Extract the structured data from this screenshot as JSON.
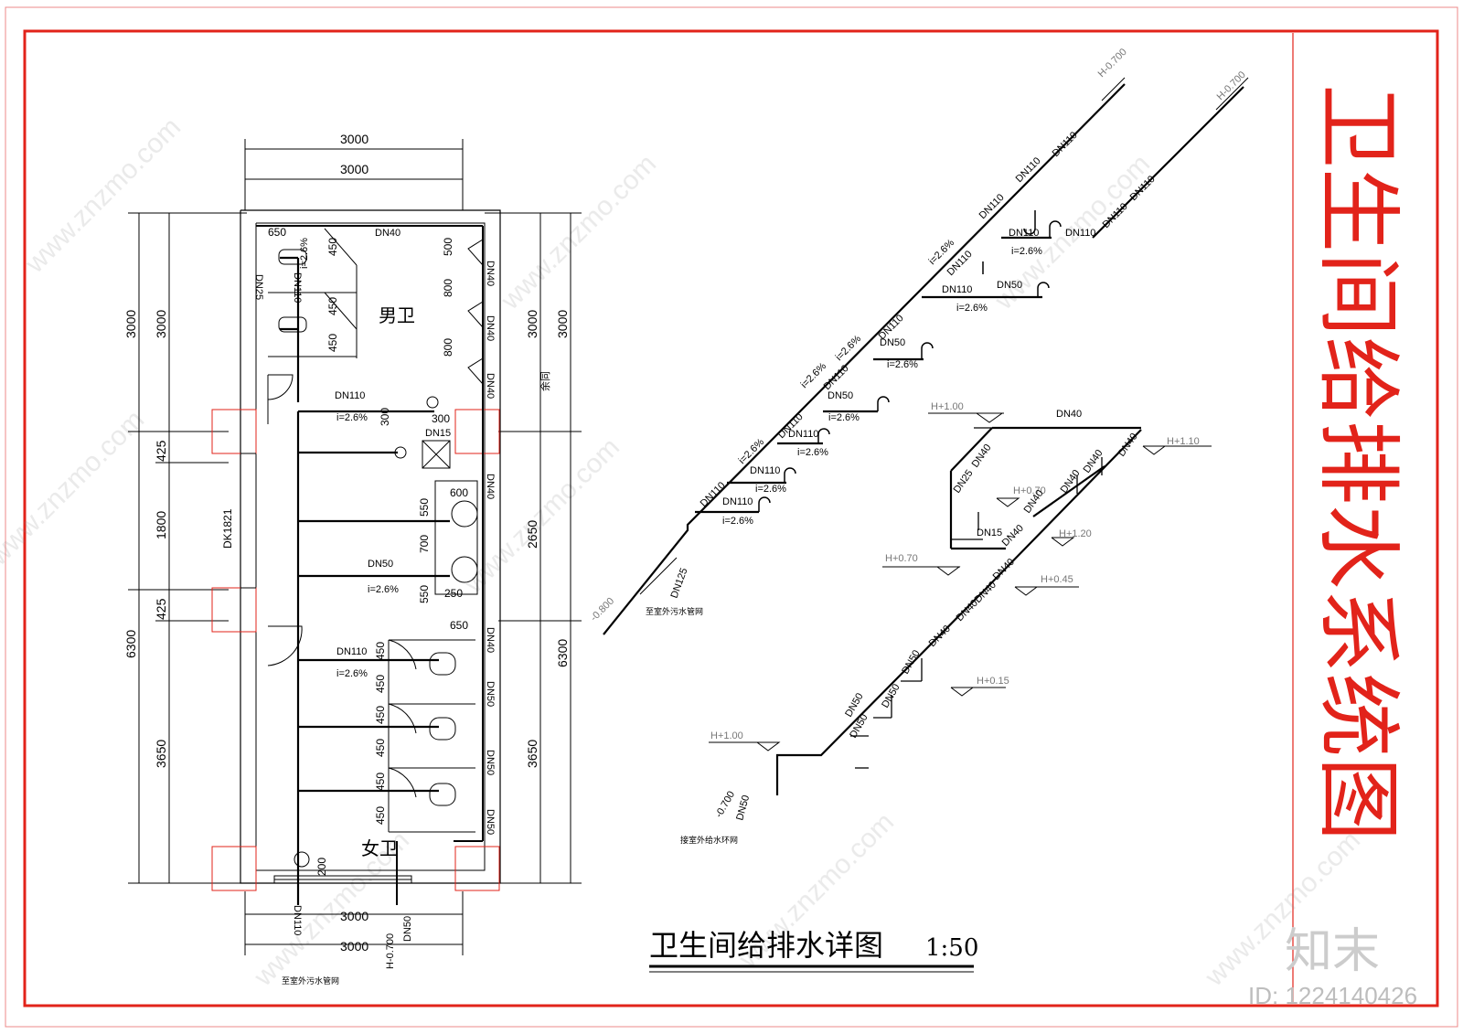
{
  "side_title": "卫生间给排水系统图",
  "main_caption": "卫生间给排水详图",
  "scale": "1:50",
  "watermark_logo": "知末",
  "watermark_id": "ID: 1224140426",
  "watermark_site": "www.znzmo.com",
  "plan": {
    "men_room": "男卫",
    "women_room": "女卫",
    "dim_top_1": "3000",
    "dim_top_2": "3000",
    "dim_bottom_1": "3000",
    "dim_bottom_2": "3000",
    "dims_left_outer": [
      "3000",
      "1800",
      "6300"
    ],
    "dims_left_inner": [
      "3000",
      "425",
      "425",
      "3650"
    ],
    "dims_right_inner": [
      "3000",
      "2650",
      "3650"
    ],
    "dims_right_outer": [
      "3000",
      "6300"
    ],
    "side_label": "DK1821",
    "right_note": "余同",
    "pipe_labels": {
      "dn40_top": "DN40",
      "dn25": "DN25",
      "dn110_a": "DN110",
      "slope_a": "i=2.6%",
      "dn110_main": "DN110",
      "slope_main": "i=2.6%",
      "dn15": "DN15",
      "dn50": "DN50",
      "slope_dn50": "i=2.6%",
      "dn110_w": "DN110",
      "slope_w": "i=2.6%",
      "dn40_r1": "DN40",
      "dn40_r2": "DN40",
      "dn40_r3": "DN40",
      "dn40_r4": "DN40",
      "dn40_r5": "DN40",
      "dn50_r1": "DN50",
      "dn50_r2": "DN50",
      "dn50_r3": "DN50",
      "dn110_out": "DN110",
      "dn50_out": "DN50",
      "elev_out": "H-0.700",
      "outlet_note": "至室外污水管网"
    },
    "small_dims": [
      "650",
      "450",
      "450",
      "450",
      "500",
      "800",
      "800",
      "300",
      "300",
      "600",
      "550",
      "700",
      "550",
      "250",
      "650",
      "450",
      "450",
      "450",
      "450",
      "450",
      "450",
      "200"
    ]
  },
  "drain_system": {
    "pipe_labels": [
      "DN110",
      "DN110",
      "DN110",
      "DN110",
      "DN110",
      "DN110",
      "DN110",
      "DN110",
      "DN110",
      "DN110",
      "DN110",
      "DN110",
      "DN50",
      "DN50",
      "DN50",
      "DN125",
      "DN110",
      "DN110",
      "DN110",
      "DN110"
    ],
    "slopes": [
      "i=2.6%",
      "i=2.6%",
      "i=2.6%",
      "i=2.6%",
      "i=2.6%",
      "i=2.6%",
      "i=2.6%",
      "i=2.6%",
      "i=2.6%",
      "i=2.6%",
      "i=2.6%"
    ],
    "elev_top_1": "H-0.700",
    "elev_top_2": "H-0.700",
    "elev_bottom": "-0.800",
    "outlet_note": "至室外污水管网"
  },
  "supply_system": {
    "top_label": "DN40",
    "elevations": [
      "H+1.00",
      "H+1.10",
      "H+0.70",
      "H+1.20",
      "H+0.70",
      "H+0.45",
      "H+0.15",
      "H+1.00",
      "-0.700"
    ],
    "pipe_labels": [
      "DN40",
      "DN40",
      "DN25",
      "DN40",
      "DN40",
      "DN40",
      "DN15",
      "DN40",
      "DN40",
      "DN40",
      "DN40",
      "DN40",
      "DN50",
      "DN50",
      "DN50",
      "DN50",
      "DN50"
    ],
    "inlet_note": "接室外给水环网"
  }
}
